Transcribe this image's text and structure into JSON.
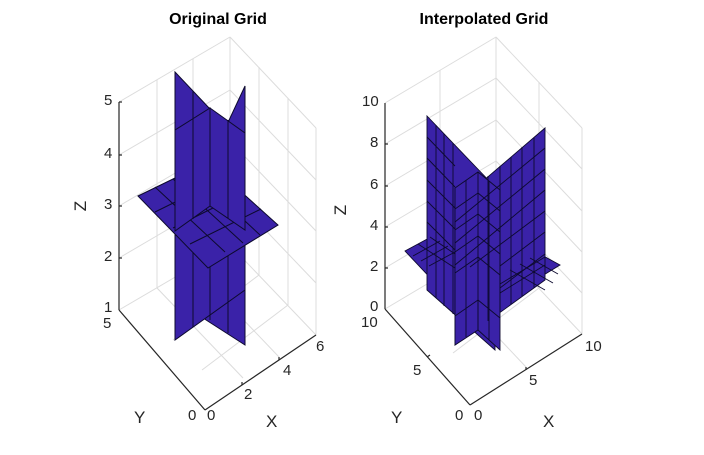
{
  "figure": {
    "background": "#ffffff",
    "surface_color": "#3a22a8",
    "edge_color": "#0d0a2e",
    "grid_color": "#dcdcdc",
    "axis_color": "#262626"
  },
  "chart_data": [
    {
      "type": "surface3d",
      "title": "Original Grid",
      "xlabel": "X",
      "ylabel": "Y",
      "zlabel": "Z",
      "xlim": [
        0,
        6
      ],
      "ylim": [
        0,
        5
      ],
      "zlim": [
        1,
        5
      ],
      "xticks": [
        "0",
        "2",
        "4",
        "6"
      ],
      "yticks": [
        "0",
        "5"
      ],
      "zticks": [
        "1",
        "2",
        "3",
        "4",
        "5"
      ],
      "grid": true,
      "description": "Coarse surface forming three intersecting planes (two vertical crossing walls and a horizontal plane) spanning z≈1 to z≈5"
    },
    {
      "type": "surface3d",
      "title": "Interpolated Grid",
      "xlabel": "X",
      "ylabel": "Y",
      "zlabel": "Z",
      "xlim": [
        0,
        10
      ],
      "ylim": [
        0,
        10
      ],
      "zlim": [
        0,
        10
      ],
      "xticks": [
        "0",
        "5",
        "10"
      ],
      "yticks": [
        "0",
        "5",
        "10"
      ],
      "zticks": [
        "0",
        "2",
        "4",
        "6",
        "8",
        "10"
      ],
      "grid": true,
      "description": "Finer interpolated surface of the same three intersecting planes, spanning z≈0 to z≈9"
    }
  ],
  "plots": [
    {
      "title": "Original Grid",
      "xlabel": "X",
      "ylabel": "Y",
      "zlabel": "Z",
      "xticks": [
        "0",
        "2",
        "4",
        "6"
      ],
      "yticks": [
        "0",
        "5"
      ],
      "zticks": [
        "1",
        "2",
        "3",
        "4",
        "5"
      ]
    },
    {
      "title": "Interpolated Grid",
      "xlabel": "X",
      "ylabel": "Y",
      "zlabel": "Z",
      "xticks": [
        "0",
        "5",
        "10"
      ],
      "yticks": [
        "0",
        "5",
        "10"
      ],
      "zticks": [
        "0",
        "2",
        "4",
        "6",
        "8",
        "10"
      ]
    }
  ]
}
